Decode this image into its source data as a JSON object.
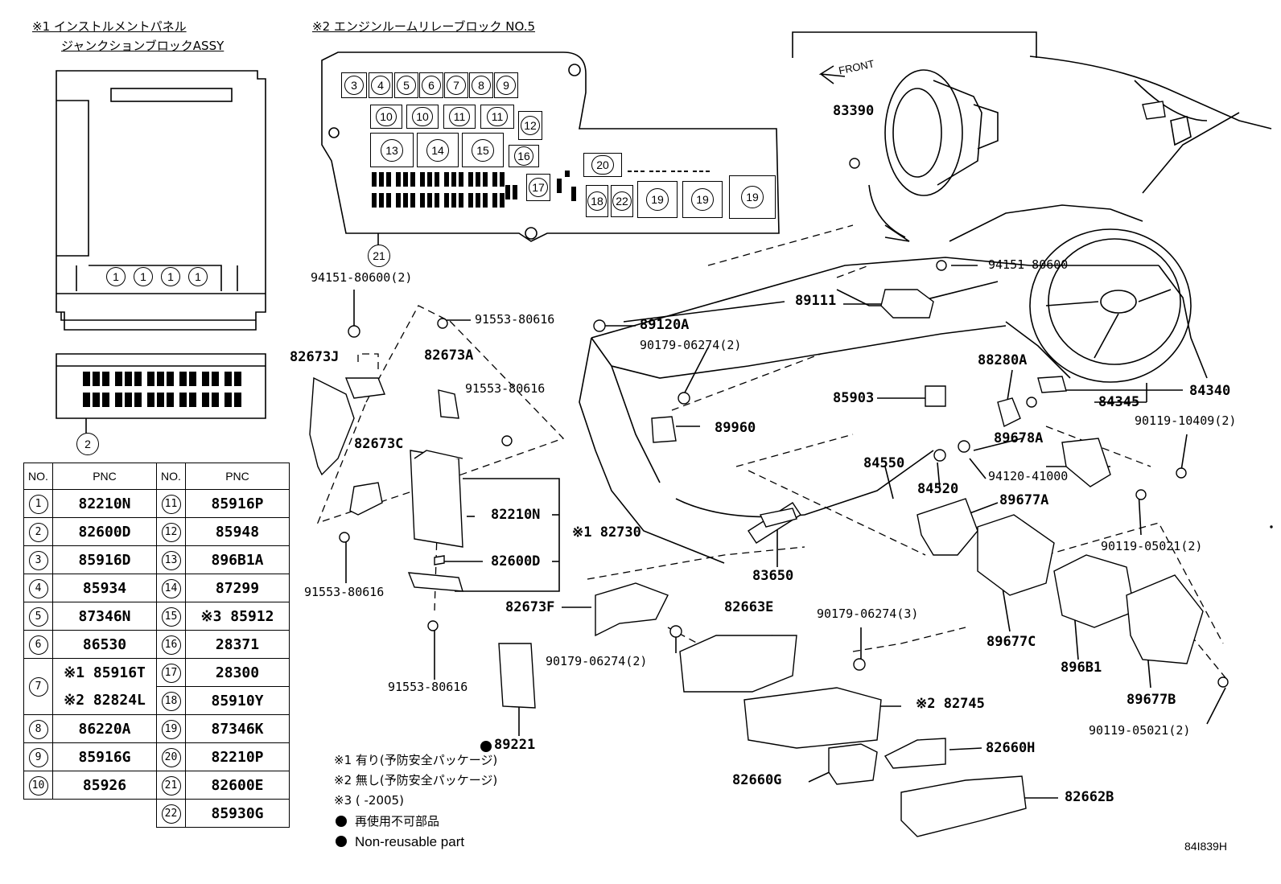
{
  "headers": {
    "panel_line1": "※1 インストルメントパネル",
    "panel_line2": "ジャンクションブロックASSY",
    "relay_block": "※2 エンジンルームリレーブロック NO.5"
  },
  "front_label": "FRONT",
  "table": {
    "col_no": "NO.",
    "col_pnc": "PNC",
    "left": [
      {
        "no": "1",
        "pnc": "82210N"
      },
      {
        "no": "2",
        "pnc": "82600D"
      },
      {
        "no": "3",
        "pnc": "85916D"
      },
      {
        "no": "4",
        "pnc": "85934"
      },
      {
        "no": "5",
        "pnc": "87346N"
      },
      {
        "no": "6",
        "pnc": "86530"
      },
      {
        "no": "7",
        "pnc_a": "※1 85916T",
        "pnc_b": "※2 82824L"
      },
      {
        "no": "8",
        "pnc": "86220A"
      },
      {
        "no": "9",
        "pnc": "85916G"
      },
      {
        "no": "10",
        "pnc": "85926"
      }
    ],
    "right": [
      {
        "no": "11",
        "pnc": "85916P"
      },
      {
        "no": "12",
        "pnc": "85948"
      },
      {
        "no": "13",
        "pnc": "896B1A"
      },
      {
        "no": "14",
        "pnc": "87299"
      },
      {
        "no": "15",
        "pnc": "※3 85912"
      },
      {
        "no": "16",
        "pnc": "28371"
      },
      {
        "no": "17",
        "pnc": "28300"
      },
      {
        "no": "18",
        "pnc": "85910Y"
      },
      {
        "no": "19",
        "pnc": "87346K"
      },
      {
        "no": "20",
        "pnc": "82210P"
      },
      {
        "no": "21",
        "pnc": "82600E"
      },
      {
        "no": "22",
        "pnc": "85930G"
      }
    ]
  },
  "relay_numbers": {
    "r3": "3",
    "r4": "4",
    "r5": "5",
    "r6": "6",
    "r7": "7",
    "r8": "8",
    "r9": "9",
    "r10": "10",
    "r11": "11",
    "r12": "12",
    "r13": "13",
    "r14": "14",
    "r15": "15",
    "r16": "16",
    "r17": "17",
    "r18": "18",
    "r19": "19",
    "r20": "20",
    "r21": "21",
    "r22": "22",
    "j1": "1",
    "j2": "2"
  },
  "parts": {
    "p83390": "83390",
    "p94151a": "94151-80600",
    "p94151b": "94151-80600(2)",
    "p89111": "89111",
    "p91553a": "91553-80616",
    "p89120A": "89120A",
    "p82673J": "82673J",
    "p82673A": "82673A",
    "p90179a": "90179-06274(2)",
    "p88280A": "88280A",
    "p91553b": "91553-80616",
    "p85903": "85903",
    "p84340": "84340",
    "p84345": "84345",
    "p82673C": "82673C",
    "p89960": "89960",
    "p90119a": "90119-10409(2)",
    "p89678A": "89678A",
    "p84550": "84550",
    "p94120": "94120-41000",
    "p84520": "84520",
    "p89677A": "89677A",
    "p82210N": "82210N",
    "p82730": "※1 82730",
    "p90119b": "90119-05021(2)",
    "p82600D": "82600D",
    "p83650": "83650",
    "p91553c": "91553-80616",
    "p82673F": "82673F",
    "p82663E": "82663E",
    "p90179b": "90179-06274(3)",
    "p89677C": "89677C",
    "p896B1": "896B1",
    "p90179c": "90179-06274(2)",
    "p91553d": "91553-80616",
    "p89677B": "89677B",
    "p82745": "※2 82745",
    "p90119c": "90119-05021(2)",
    "p89221": "89221",
    "p82660H": "82660H",
    "p82660G": "82660G",
    "p82662B": "82662B"
  },
  "notes": {
    "n1": "※1 有り(予防安全パッケージ)",
    "n2": "※2 無し(予防安全パッケージ)",
    "n3": "※3 (          -2005)",
    "n4": "再使用不可部品",
    "n5": "Non-reusable part"
  },
  "diagram_id": "84I839H"
}
